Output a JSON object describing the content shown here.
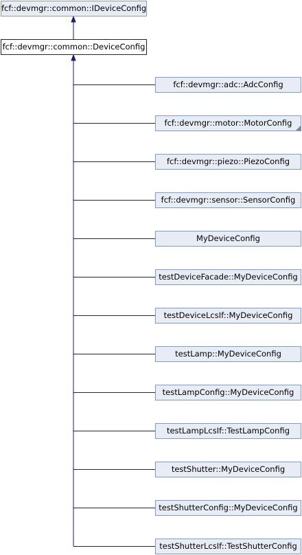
{
  "base_class": {
    "label": "fcf::devmgr::common::IDeviceConfig"
  },
  "current_class": {
    "label": "fcf::devmgr::common::DeviceConfig"
  },
  "derived_classes": [
    {
      "label": "fcf::devmgr::adc::AdcConfig"
    },
    {
      "label": "fcf::devmgr::motor::MotorConfig"
    },
    {
      "label": "fcf::devmgr::piezo::PiezoConfig"
    },
    {
      "label": "fcf::devmgr::sensor::SensorConfig"
    },
    {
      "label": "MyDeviceConfig"
    },
    {
      "label": "testDeviceFacade::MyDeviceConfig"
    },
    {
      "label": "testDeviceLcsIf::MyDeviceConfig"
    },
    {
      "label": "testLamp::MyDeviceConfig"
    },
    {
      "label": "testLampConfig::MyDeviceConfig"
    },
    {
      "label": "testLampLcsIf::TestLampConfig"
    },
    {
      "label": "testShutter::MyDeviceConfig"
    },
    {
      "label": "testShutterConfig::MyDeviceConfig"
    },
    {
      "label": "testShutterLcsIf::TestShutterConfig"
    }
  ],
  "colors": {
    "edge": "#1a1a7a",
    "node_fill": "#e8edf5",
    "node_border": "#8a9ab5"
  }
}
